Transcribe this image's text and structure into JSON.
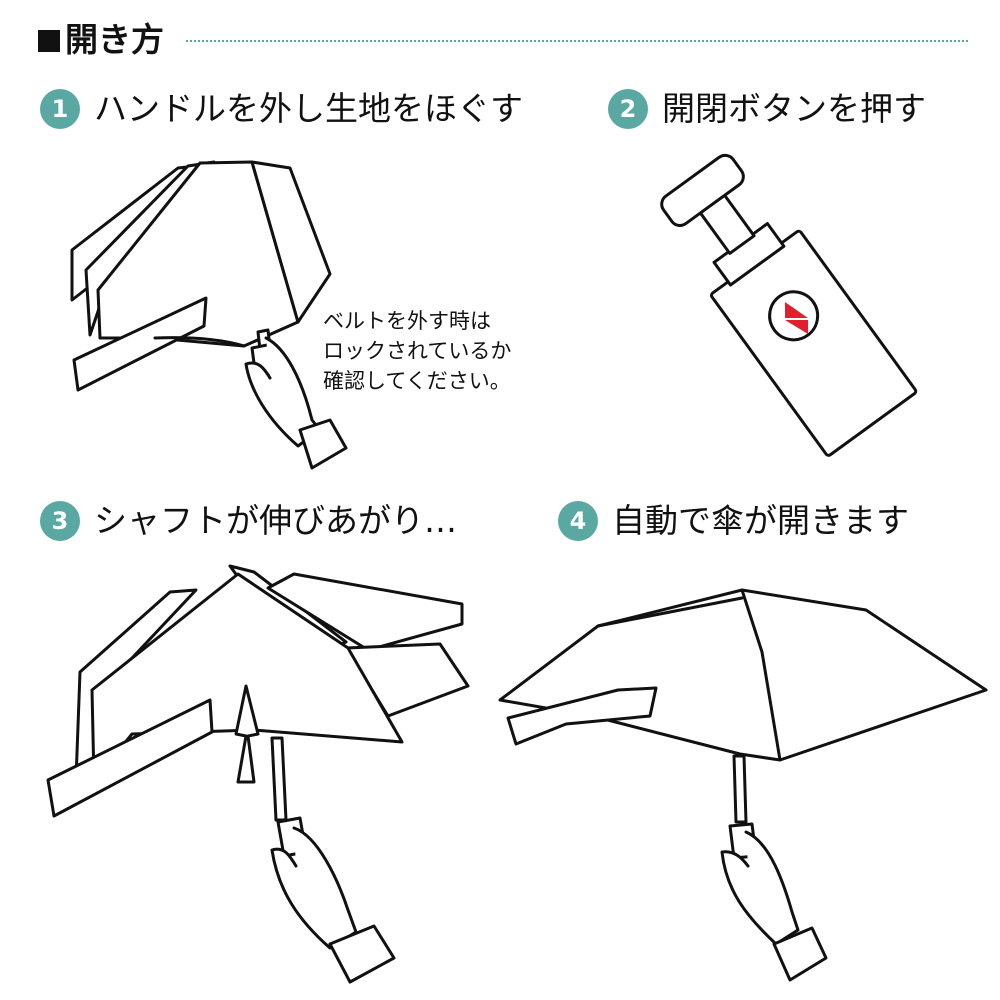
{
  "header": {
    "title": "開き方"
  },
  "steps": [
    {
      "number": "1",
      "text": "ハンドルを外し生地をほぐす"
    },
    {
      "number": "2",
      "text": "開閉ボタンを押す"
    },
    {
      "number": "3",
      "text": "シャフトが伸びあがり…"
    },
    {
      "number": "4",
      "text": "自動で傘が開きます"
    }
  ],
  "note": "ベルトを外す時は\nロックされているか\n確認してください。",
  "colors": {
    "accent": "#5aa8a2",
    "button_red": "#e0202e",
    "line": "#111111"
  }
}
